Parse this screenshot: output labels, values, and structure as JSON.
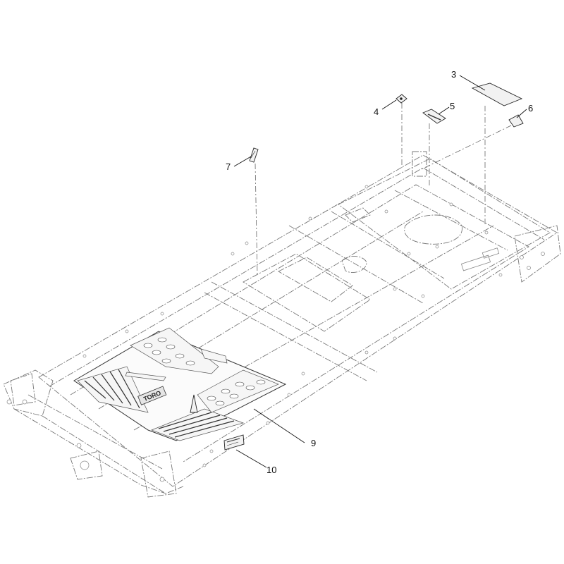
{
  "callouts": [
    {
      "id": "3",
      "label": "3"
    },
    {
      "id": "4",
      "label": "4"
    },
    {
      "id": "5",
      "label": "5"
    },
    {
      "id": "6",
      "label": "6"
    },
    {
      "id": "7",
      "label": "7"
    },
    {
      "id": "9",
      "label": "9"
    },
    {
      "id": "10",
      "label": "10"
    }
  ],
  "mat_logo_text": "TORO",
  "colors": {
    "line": "#777777",
    "ink": "#111111",
    "background": "#ffffff"
  }
}
